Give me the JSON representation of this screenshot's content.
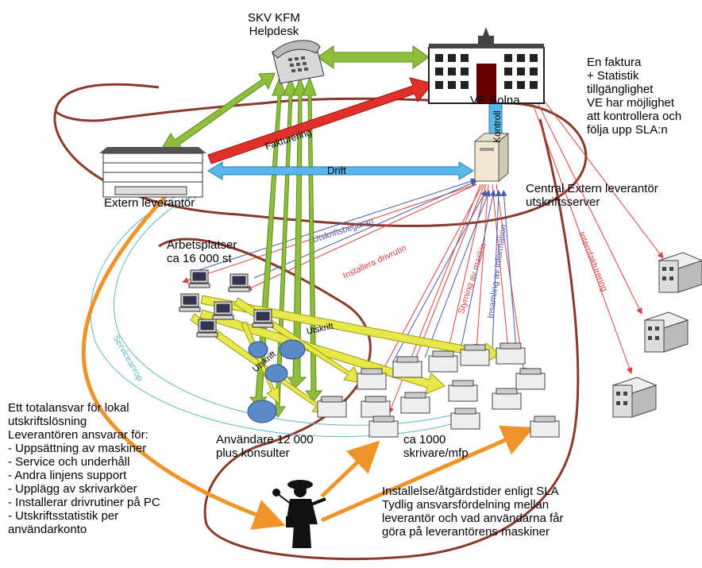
{
  "nodes": {
    "helpdesk": "SKV KFM\nHelpdesk",
    "ve_solna": "VE Solna",
    "extern": "Extern leverantör",
    "server": "Central Extern leverantör\nutskriftsserver",
    "arbetsplatser": "Arbetsplatser\nca 16 000 st",
    "anvandare": "Användare 12 000\nplus konsulter",
    "skrivare": "ca 1000\nskrivare/mfp"
  },
  "notes": {
    "faktura": "En faktura\n+ Statistik\ntillgänglighet\nVE har möjlighet\natt kontrollera och\nfölja upp SLA:n",
    "totalansvar": "Ett totalansvar för lokal\nutskriftslösning\nLeverantören ansvarar för:\n- Uppsättning av maskiner\n- Service och underhåll\n- Andra linjens support\n- Upplägg av skrivarköer\n- Installerar drivrutiner på PC\n- Utskriftsstatistik per\nanvändarkonto",
    "sla": "Installelse/åtgärdstider enligt SLA\nTydlig ansvarsfördelning mellan\nleverantör och vad användarna får\ngöra på leverantörens maskiner"
  },
  "edges": {
    "fakturering": "Fakturering",
    "drift": "Drift",
    "kontroll": "Kontroll",
    "utskriftsbegaran": "Utskriftsbegäran",
    "installera": "Installera drivrutin",
    "styrning": "Styrning av maskin",
    "insamling": "Insamling av information",
    "internfakturering": "Internfakturering",
    "serviceanrop": "Serviceanrop",
    "utskrift": "Utskrift"
  },
  "colors": {
    "green": "#8fbf3a",
    "red": "#e0302a",
    "blue": "#5ab8e8",
    "yellow": "#e8e84a",
    "orange": "#f0942a",
    "brown": "#8a3a2a",
    "thin_blue": "#4a5ab0",
    "thin_red": "#e04040",
    "teal": "#5ab8c8"
  },
  "icons": [
    "telephone-icon",
    "government-building-icon",
    "office-building-icon",
    "server-icon",
    "computer-icon",
    "user-cloud-icon",
    "printer-icon",
    "warehouse-icon",
    "technician-icon"
  ]
}
